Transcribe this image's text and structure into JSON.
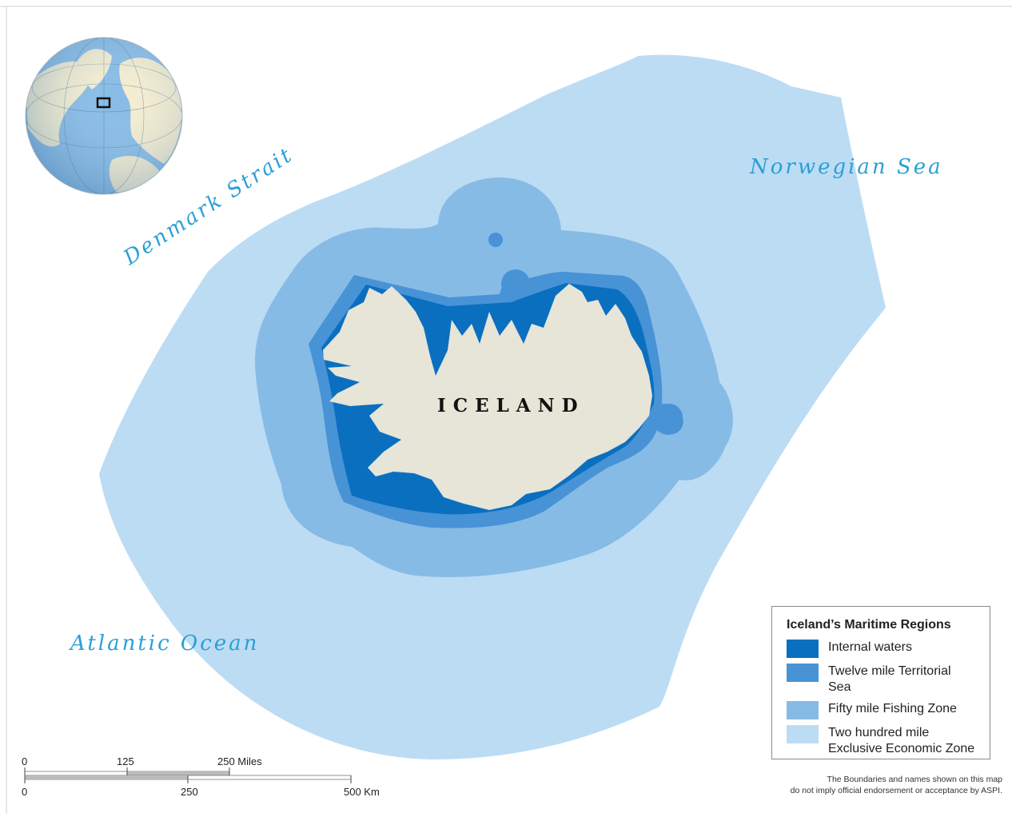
{
  "map": {
    "labels": {
      "denmark_strait": "Denmark Strait",
      "norwegian_sea": "Norwegian Sea",
      "atlantic_ocean": "Atlantic Ocean",
      "iceland": "ICELAND"
    },
    "colors": {
      "internal_waters": "#0b6fc0",
      "territorial_sea": "#4893d6",
      "fishing_zone": "#86bbe6",
      "eez": "#bcdcf4",
      "land": "#e6e5d8",
      "globe_land": "#f4edcf",
      "globe_sea": "#86bbe6"
    }
  },
  "legend": {
    "title": "Iceland’s Maritime Regions",
    "items": [
      {
        "label": "Internal waters",
        "color": "#0b6fc0"
      },
      {
        "label": "Twelve mile Territorial Sea",
        "color": "#4893d6"
      },
      {
        "label": "Fifty mile Fishing Zone",
        "color": "#86bbe6"
      },
      {
        "label": "Two hundred mile\nExclusive Economic Zone",
        "line1": "Two hundred mile",
        "line2": "Exclusive Economic Zone",
        "color": "#bcdcf4"
      }
    ]
  },
  "scale_bar": {
    "miles": {
      "t0": "0",
      "t1": "125",
      "t2": "250 Miles"
    },
    "km": {
      "t0": "0",
      "t1": "250",
      "t2": "500 Km"
    }
  },
  "disclaimer": {
    "line1": "The Boundaries and names shown on this map",
    "line2": "do not imply official endorsement or acceptance by ASPI."
  }
}
